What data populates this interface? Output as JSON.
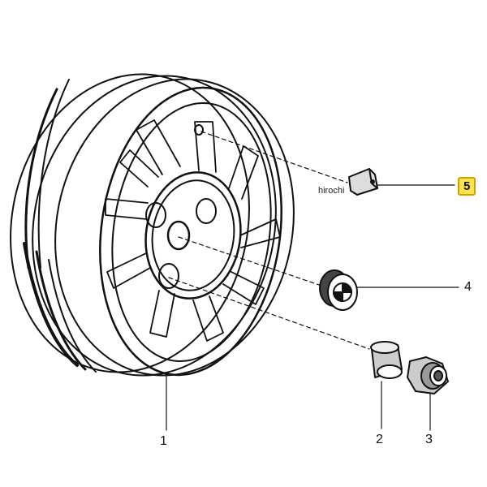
{
  "diagram": {
    "part_numbers": {
      "p1": "1",
      "p2": "2",
      "p3": "3",
      "p4": "4",
      "p5": "5"
    },
    "watermark": "hirochi",
    "highlighted_part": "5",
    "highlight_color": "#ffe34d"
  }
}
